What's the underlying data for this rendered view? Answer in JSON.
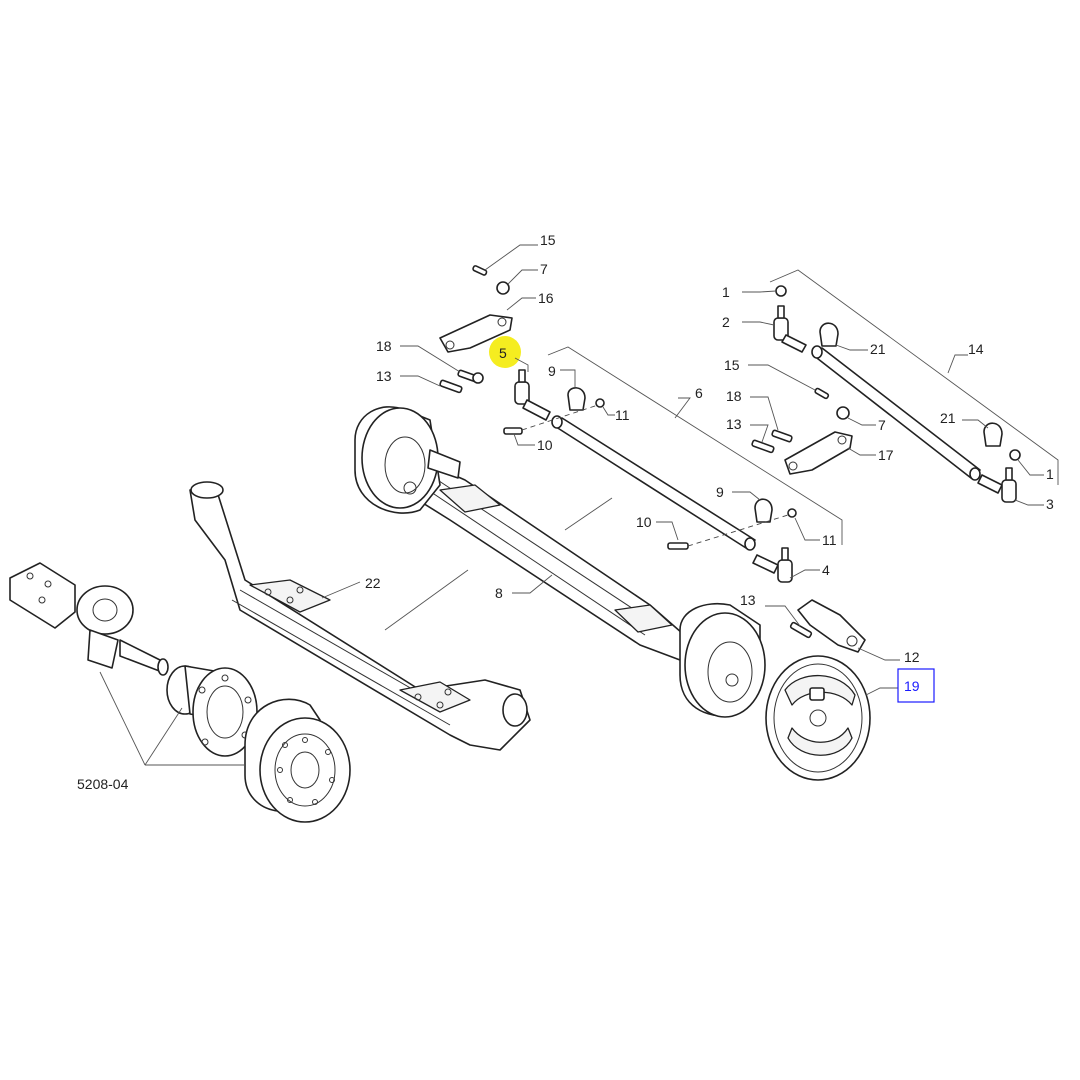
{
  "colors": {
    "highlight": "#f5ed20",
    "link_box": "#1a1aff",
    "line": "#222222"
  },
  "callouts": {
    "c15a": "15",
    "c7a": "7",
    "c16": "16",
    "c18a": "18",
    "c13a": "13",
    "c5": "5",
    "c9a": "9",
    "c11a": "11",
    "c10a": "10",
    "c6": "6",
    "c1a": "1",
    "c2": "2",
    "c21a": "21",
    "c14": "14",
    "c15b": "15",
    "c18b": "18",
    "c13b": "13",
    "c7b": "7",
    "c17": "17",
    "c21b": "21",
    "c1b": "1",
    "c3": "3",
    "c9b": "9",
    "c10b": "10",
    "c11b": "11",
    "c4": "4",
    "c22": "22",
    "c8": "8",
    "c13c": "13",
    "c12": "12",
    "c19": "19",
    "ref": "5208-04"
  }
}
